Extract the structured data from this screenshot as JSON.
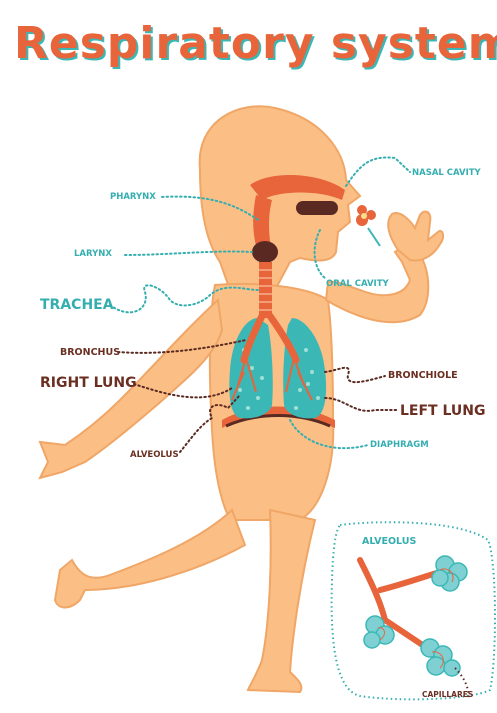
{
  "title": "Respiratory system",
  "labels": {
    "nasal_cavity": "NASAL CAVITY",
    "pharynx": "PHARYNX",
    "larynx": "LARYNX",
    "oral_cavity": "ORAL CAVITY",
    "trachea": "TRACHEA",
    "bronchus": "BRONCHUS",
    "bronchiole": "BRONCHIOLE",
    "right_lung": "RIGHT LUNG",
    "left_lung": "LEFT LUNG",
    "alveolus": "ALVEOLUS",
    "diaphragm": "DIAPHRAGM",
    "inset_alveolus": "ALVEOLUS",
    "capillaries": "CAPILLARES"
  },
  "colors": {
    "skin": "#fbbf86",
    "skin_outline": "#f0a666",
    "airway": "#e8643a",
    "lung": "#3bb8b6",
    "dark": "#5a2a22",
    "label_teal": "#35aeb0",
    "label_brown": "#6b2f22"
  }
}
